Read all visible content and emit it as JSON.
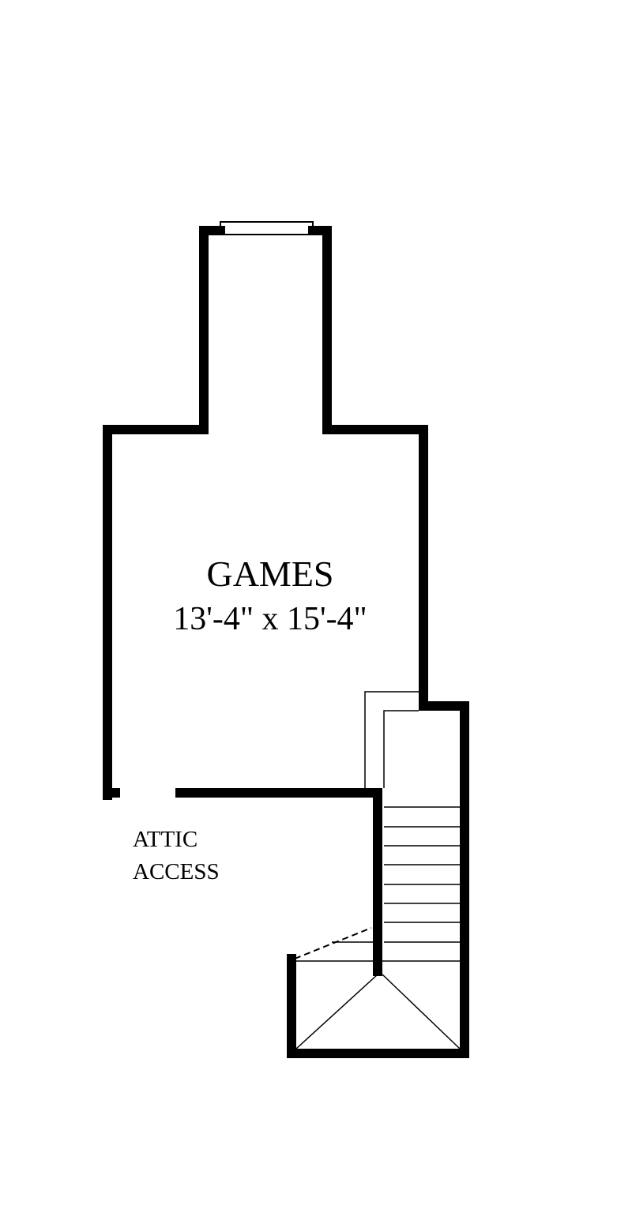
{
  "rooms": [
    {
      "name": "GAMES",
      "dimensions": "13'-4\" x 15'-4\""
    }
  ],
  "labels": {
    "attic_line1": "ATTIC",
    "attic_line2": "ACCESS"
  },
  "colors": {
    "wall": "#000000",
    "background": "#ffffff"
  }
}
